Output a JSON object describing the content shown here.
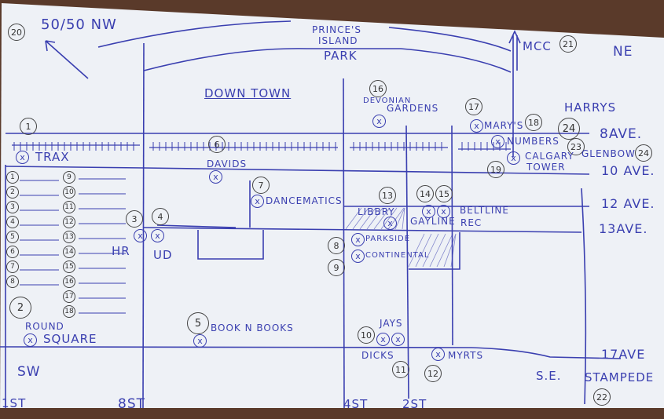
{
  "map": {
    "corner_labels": {
      "nw": "50/50 NW",
      "ne": "NE",
      "sw": "SW",
      "se": "S.E."
    },
    "park": {
      "line1": "PRINCE'S",
      "line2": "ISLAND",
      "line3": "PARK"
    },
    "district": "DOWN TOWN",
    "streets": {
      "first": "1ST",
      "eighth": "8ST",
      "fourth": "4ST",
      "second": "2ST"
    },
    "avenues": {
      "ave8": "8AVE.",
      "ave10": "10 AVE.",
      "ave12": "12 AVE.",
      "ave13": "13AVE.",
      "ave17": "17AVE"
    },
    "places": {
      "trax": "TRAX",
      "davids": "DAVIDS",
      "dancematics": "DANCEMATICS",
      "hr": "HR",
      "ud": "UD",
      "round": "ROUND",
      "square": "SQUARE",
      "book_n_books": "BOOK N BOOKS",
      "devonian": "DEVONIAN",
      "gardens": "GARDENS",
      "marys": "MARY'S",
      "numbers": "NUMBERS",
      "calgary": "CALGARY",
      "tower": "TOWER",
      "harrys": "HARRYS",
      "glenbow": "GLENBOW",
      "libbry": "LIBBRY",
      "gayline": "GAYLINE",
      "beltline": "BELTLINE",
      "rec": "REC",
      "parkside": "PARKSIDE",
      "continental": "CONTINENTAL",
      "jays": "JAYS",
      "dicks": "DICKS",
      "myrts": "MYRTS",
      "stampede": "STAMPEDE",
      "mcc": "MCC"
    },
    "numbers": [
      "1",
      "2",
      "3",
      "4",
      "5",
      "6",
      "7",
      "8",
      "9",
      "10",
      "11",
      "12",
      "13",
      "14",
      "15",
      "16",
      "17",
      "18",
      "19",
      "20",
      "21",
      "22",
      "23",
      "24"
    ],
    "x_mark": "x",
    "legend_left": [
      "1",
      "2",
      "3",
      "4",
      "5",
      "6",
      "7",
      "8"
    ],
    "legend_right": [
      "9",
      "10",
      "11",
      "12",
      "13",
      "14",
      "15",
      "16",
      "17",
      "18"
    ],
    "legend_extra": "2",
    "colors": {
      "ink": "#3a3fb0",
      "pencil": "#444444",
      "paper": "#eef1f6",
      "table": "#5a3a2a"
    }
  }
}
